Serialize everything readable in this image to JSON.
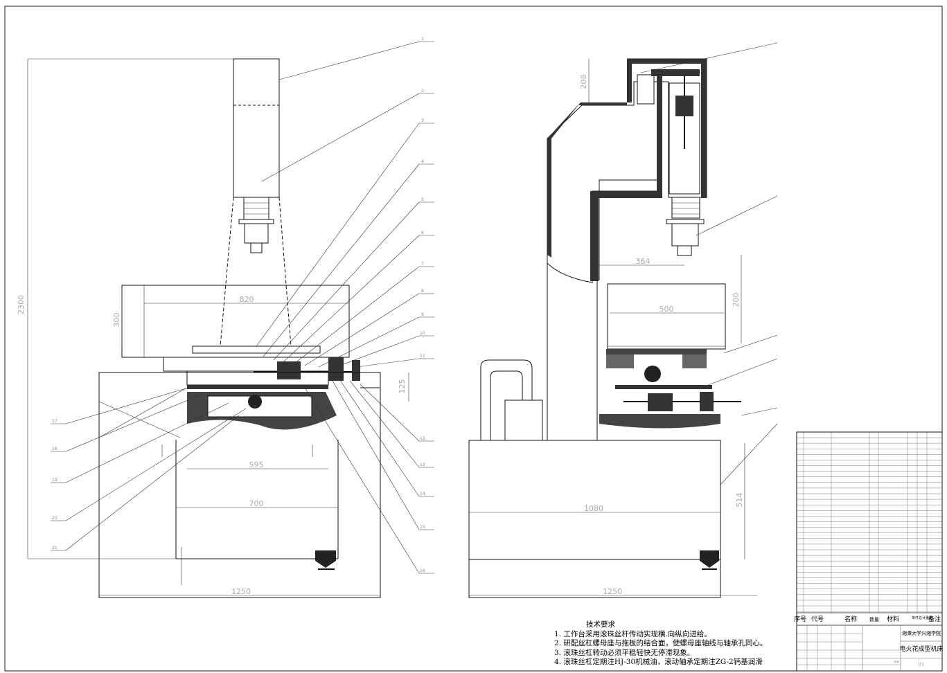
{
  "dimensions": {
    "left_height": "2300",
    "left_width_top": "820",
    "left_height_table": "300",
    "left_height_small": "125",
    "left_width_mid": "595",
    "left_width_700": "700",
    "left_width_base": "1250",
    "right_height_top": "208",
    "right_width_364": "364",
    "right_height_200": "200",
    "right_width_500": "500",
    "right_width_1080": "1080",
    "right_height_514": "514",
    "right_width_base": "1250"
  },
  "leader_numbers": [
    "1",
    "2",
    "3",
    "4",
    "5",
    "6",
    "7",
    "8",
    "9",
    "10",
    "11",
    "12",
    "13",
    "14",
    "15",
    "16",
    "17",
    "18",
    "19",
    "20",
    "21"
  ],
  "tech_notes": {
    "heading": "技术要求",
    "items": [
      "1. 工作台采用滚珠丝杆传动实现横.向纵向进给。",
      "2. 研配丝杠螺母座与拖板的结合面，使螺母座轴线与轴承孔同心。",
      "3. 滚珠丝杠转动必须平稳轻快无停滞现象。",
      "4. 滚珠丝杠定期注HJ-30机械油，滚动轴承定期注ZG-2钙基润滑"
    ]
  },
  "title_block": {
    "header": [
      "序号",
      "代号",
      "名称",
      "数量",
      "材料",
      "单件总计重量",
      "备注"
    ],
    "school": "湘潭大学兴湘学院",
    "drawing_name": "电火花成型机床",
    "sheet_no": "01",
    "scale": "1:5"
  }
}
